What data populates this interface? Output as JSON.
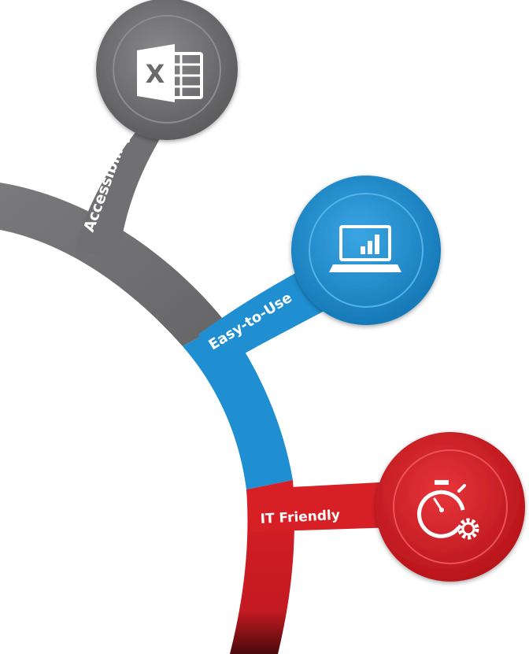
{
  "colors": {
    "accessibility": "#6b6b6d",
    "easy_to_use": "#1f8fd1",
    "it_friendly": "#d71f26",
    "icon": "#ffffff"
  },
  "branches": [
    {
      "key": "accessibility",
      "label": "Accessibility",
      "icon": "excel-file-icon"
    },
    {
      "key": "easy_to_use",
      "label": "Easy-to-Use",
      "icon": "laptop-bar-chart-icon"
    },
    {
      "key": "it_friendly",
      "label": "IT Friendly",
      "icon": "stopwatch-gear-icon"
    }
  ]
}
